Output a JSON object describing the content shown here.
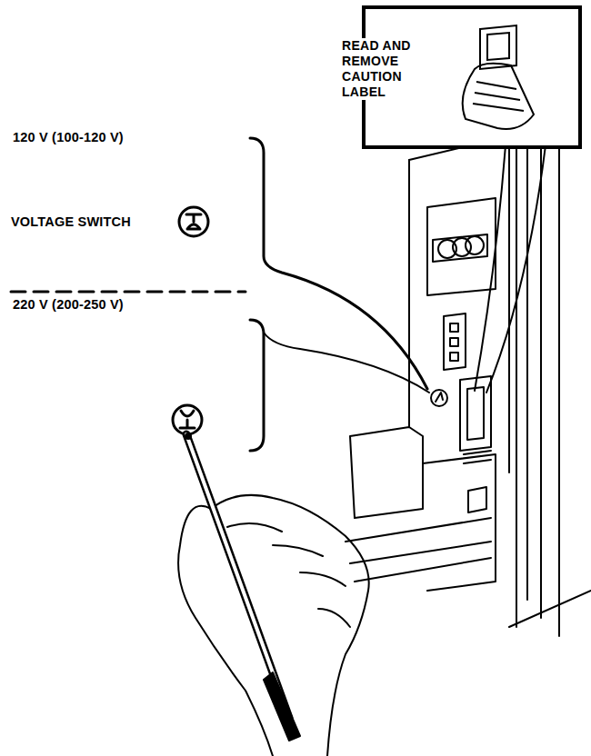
{
  "diagram": {
    "nodes": [
      {
        "text": [
          "READ AND REMOVE CAUTION LABEL"
        ]
      }
    ],
    "labels": [
      "120 V (100-120 V)",
      "VOLTAGE SWITCH",
      "220 V (200-250 V)"
    ]
  }
}
